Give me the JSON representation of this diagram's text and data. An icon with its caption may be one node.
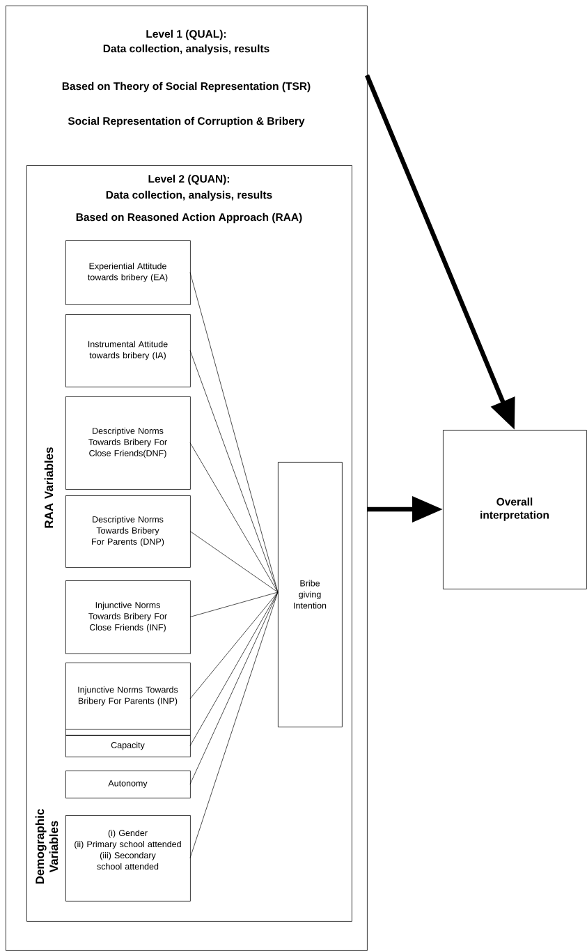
{
  "diagram": {
    "nodes": [
      {
        "text": [
          "Level 1 (QUAL):",
          "Data collection, analysis, results",
          "Based on Theory of Social Representation (TSR)",
          "Social Representation of Corruption & Bribery"
        ]
      },
      {
        "text": [
          "Level 2 (QUAN):",
          "Data collection, analysis, results",
          "Based on Reasoned Action Approach (RAA)"
        ],
        "in": 0
      },
      {
        "text": [
          "Experiential Attitude towards bribery (EA)"
        ],
        "in": 1
      },
      {
        "text": [
          "Instrumental Attitude towards bribery (IA)"
        ],
        "in": 1
      },
      {
        "text": [
          "Descriptive Norms Towards Bribery For Close Friends(DNF)"
        ],
        "in": 1
      },
      {
        "text": [
          "Descriptive Norms Towards Bribery For Parents (DNP)"
        ],
        "in": 1
      },
      {
        "text": [
          "Injunctive Norms Towards Bribery For Close Friends (INF)"
        ],
        "in": 1
      },
      {
        "text": [
          "Injunctive Norms Towards Bribery For Parents (INP)"
        ],
        "in": 1
      },
      {
        "text": [
          "Capacity"
        ],
        "in": 1
      },
      {
        "text": [
          "Autonomy"
        ],
        "in": 1
      },
      {
        "text": [
          "(i) Gender",
          "(ii) Primary school attended",
          "(iii) Secondary school attended"
        ],
        "in": 1
      },
      {
        "text": [
          "Bribe giving Intention"
        ],
        "in": 1
      },
      {
        "text": [
          "Overall interpretation"
        ]
      }
    ],
    "edges": [
      {
        "from": 0,
        "to": 12,
        "arrow": "to",
        "style": "thick"
      },
      {
        "from": 0,
        "to": 12,
        "arrow": "to",
        "style": "thick"
      },
      {
        "from": 2,
        "to": 11,
        "arrow": "none"
      },
      {
        "from": 3,
        "to": 11,
        "arrow": "none"
      },
      {
        "from": 4,
        "to": 11,
        "arrow": "none"
      },
      {
        "from": 5,
        "to": 11,
        "arrow": "none"
      },
      {
        "from": 6,
        "to": 11,
        "arrow": "none"
      },
      {
        "from": 7,
        "to": 11,
        "arrow": "none"
      },
      {
        "from": 8,
        "to": 11,
        "arrow": "none"
      },
      {
        "from": 9,
        "to": 11,
        "arrow": "none"
      },
      {
        "from": 10,
        "to": 11,
        "arrow": "none"
      }
    ],
    "labels": [
      "RAA Variables",
      "Demographic Variables"
    ]
  }
}
